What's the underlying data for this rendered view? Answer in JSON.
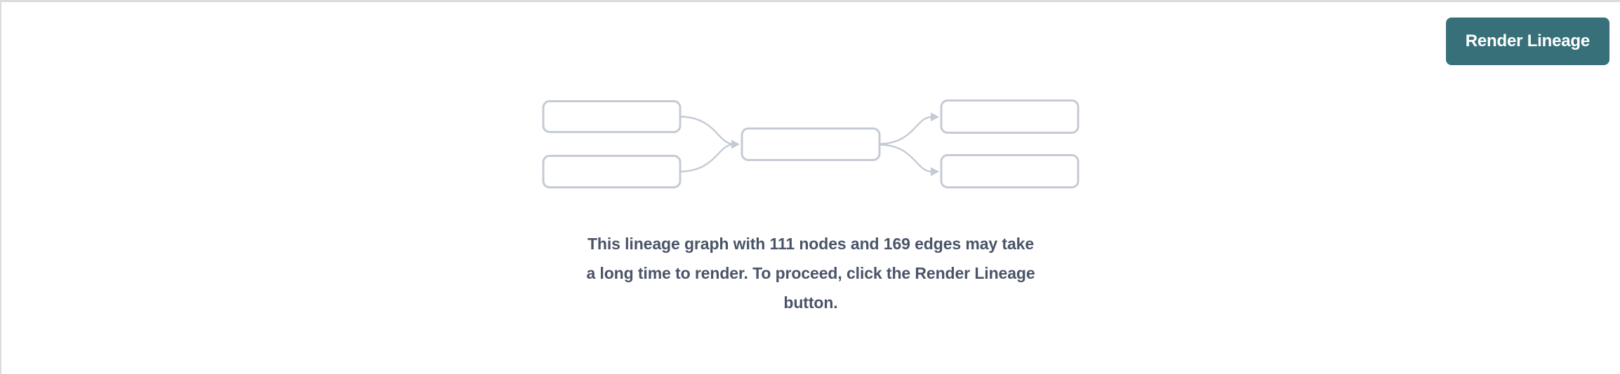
{
  "colors": {
    "accent_teal": "#38707a",
    "message_text": "#4a5468",
    "placeholder_stroke": "#c5cbd4",
    "panel_border": "#d9dbde",
    "button_text": "#ffffff"
  },
  "toolbar": {
    "render_button_label": "Render Lineage"
  },
  "empty_state": {
    "graphic": "lineage-graph-placeholder-icon",
    "node_count": 111,
    "edge_count": 169,
    "message": "This lineage graph with 111 nodes and 169 edges may take a long time to render. To proceed, click the Render Lineage button.",
    "message_lines": [
      "This lineage graph with 111 nodes and 169 edges may take",
      "a long time to render. To proceed, click the Render Lineage",
      "button."
    ]
  }
}
